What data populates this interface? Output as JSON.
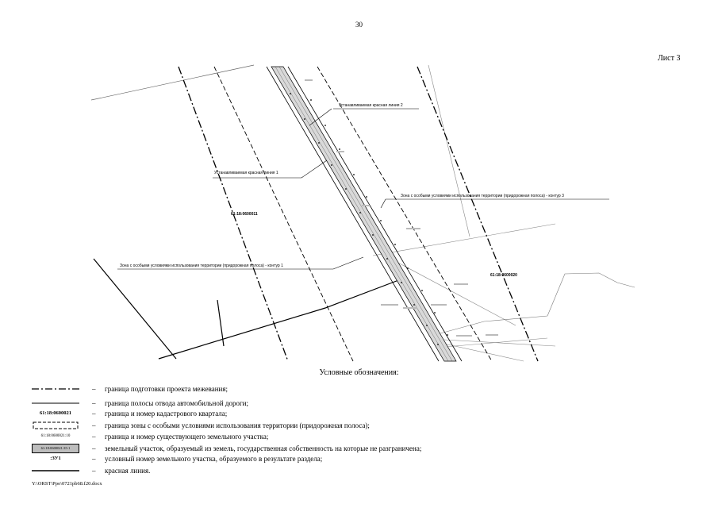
{
  "page_number": "30",
  "sheet_label": "Лист 3",
  "map": {
    "annotations": {
      "red_line_2": "Устанавливаемая красная линия 2",
      "red_line_1": "Устанавливаемая красная линия 1",
      "zone_contour_3": "Зона с особыми условиями использования территории (придорожная полоса) - контур 3",
      "zone_contour_1": "Зона с особыми условиями использования территории (придорожная полоса) - контур 1",
      "quarter_left": "61:18:0600011",
      "quarter_right": "61:18:0600020"
    }
  },
  "legend": {
    "title": "Условные обозначения:",
    "items": [
      {
        "symbol": "dash-dot",
        "text": "граница подготовки проекта межевания;"
      },
      {
        "symbol": "solid-line",
        "text": "граница полосы отвода автомобильной дороги;"
      },
      {
        "symbol": "text",
        "symbol_text": "61:18:0600021",
        "text": "граница и номер кадастрового квартала;"
      },
      {
        "symbol": "dashed-box",
        "text": "граница зоны с особыми условиями использования территории (придорожная полоса);"
      },
      {
        "symbol": "text-small",
        "symbol_text": "61:18:0600021:10",
        "text": "граница и номер существующего земельного участка;"
      },
      {
        "symbol": "grey-box",
        "symbol_text": "61:18:0600021:35-1",
        "text": "земельный участок, образуемый из земель, государственная собственность на которые не разграничена;"
      },
      {
        "symbol": "text",
        "symbol_text": ":ЗУ1",
        "text": "условный номер земельного участка, образуемого в результате раздела;"
      },
      {
        "symbol": "red-line",
        "text": "красная линия."
      }
    ]
  },
  "footer": "Y:\\ORST\\Ppo\\0721pb68.f20.docx"
}
